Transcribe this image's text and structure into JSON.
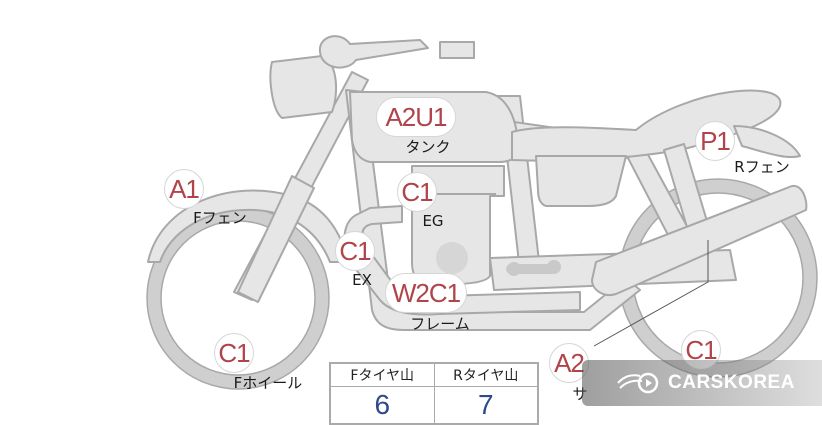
{
  "parts": [
    {
      "id": "tank",
      "code": "A2U1",
      "label": "タンク"
    },
    {
      "id": "r-fender",
      "code": "P1",
      "label": "Rフェン"
    },
    {
      "id": "f-fender",
      "code": "A1",
      "label": "Fフェン"
    },
    {
      "id": "engine",
      "code": "C1",
      "label": "EG"
    },
    {
      "id": "exhaust",
      "code": "C1",
      "label": "EX"
    },
    {
      "id": "frame",
      "code": "W2C1",
      "label": "フレーム"
    },
    {
      "id": "f-wheel",
      "code": "C1",
      "label": "Fホイール"
    },
    {
      "id": "side",
      "code": "A2",
      "label": "サ"
    },
    {
      "id": "r-wheel",
      "code": "C1",
      "label": ""
    }
  ],
  "tires": {
    "front_label": "Fタイヤ山",
    "rear_label": "Rタイヤ山",
    "front_value": "6",
    "rear_value": "7"
  },
  "watermark": {
    "text": "CARSKOREA"
  },
  "colors": {
    "part_fill": "#e6e6e6",
    "part_stroke": "#a8a8a8",
    "code": "#b0444a",
    "tire_value": "#2e4a8a"
  }
}
